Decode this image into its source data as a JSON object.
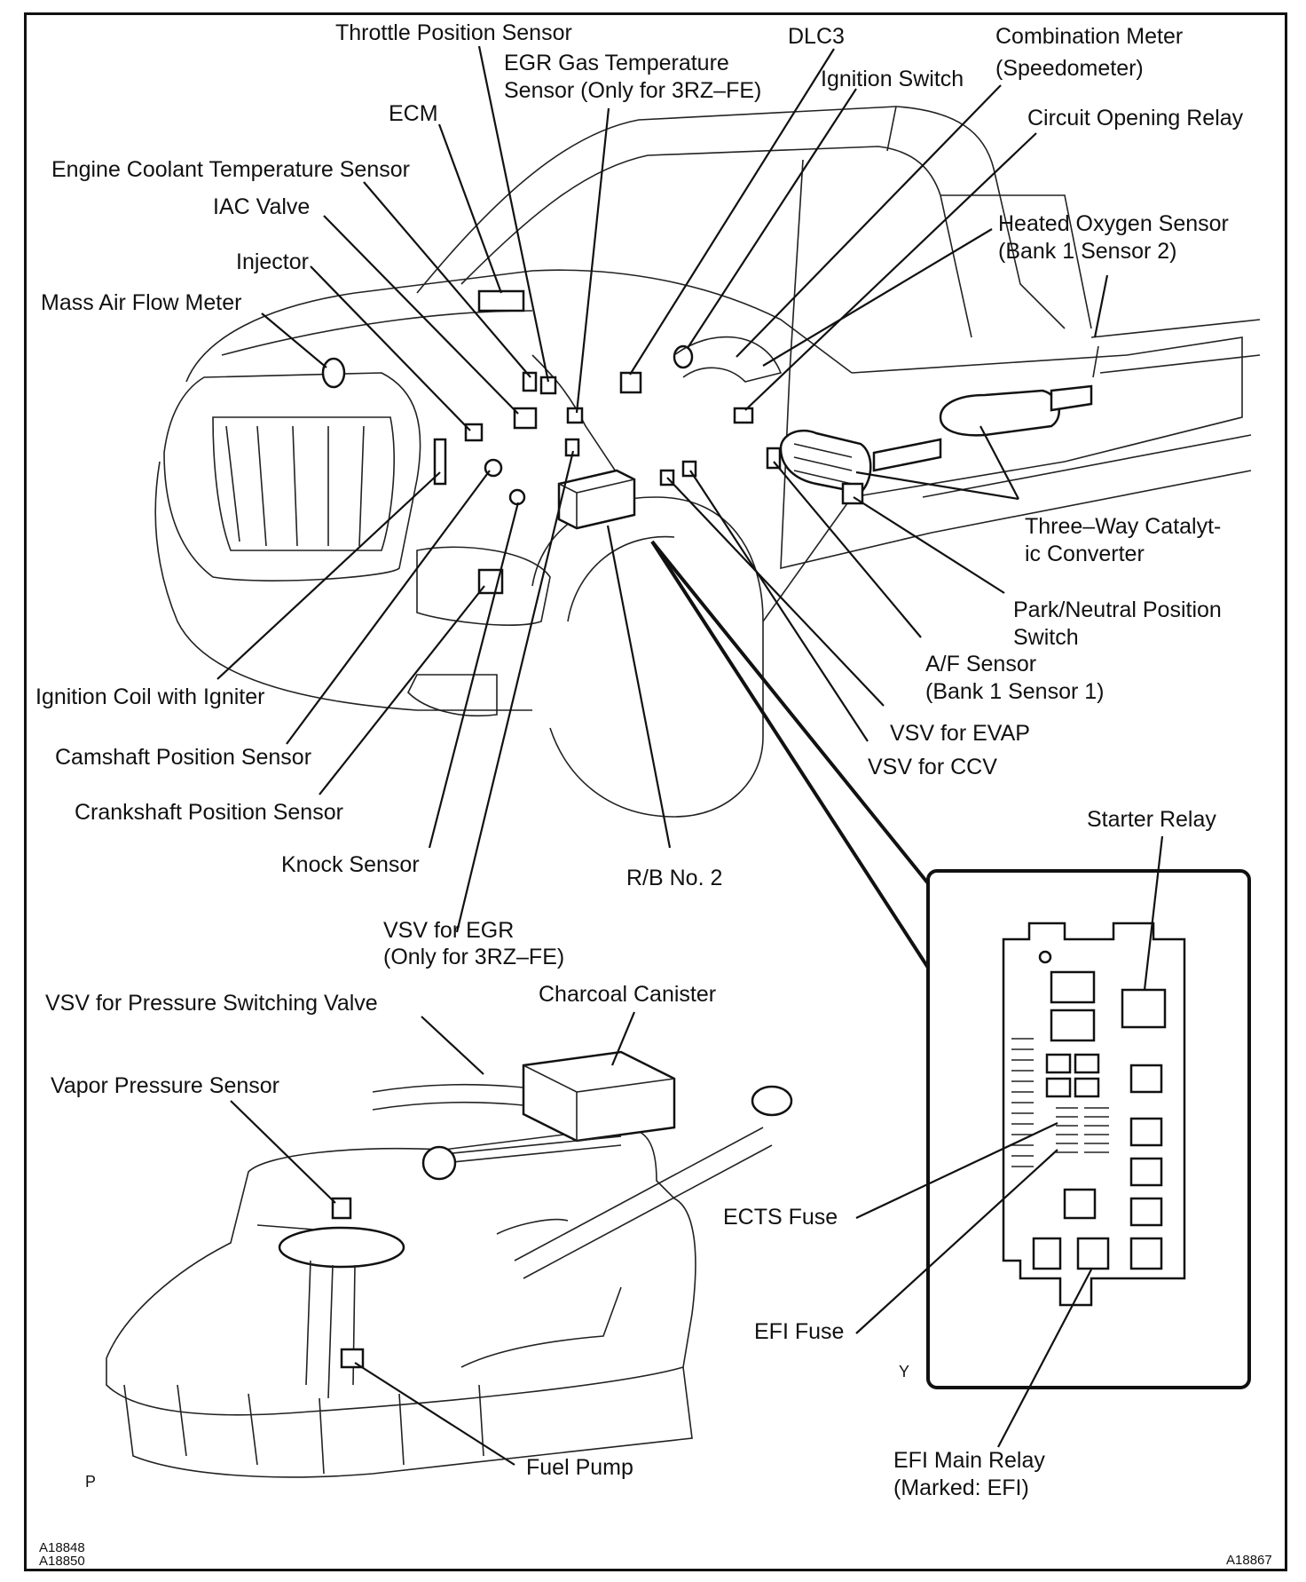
{
  "labels": {
    "throttle": "Throttle Position Sensor",
    "egr_temp_1": "EGR Gas Temperature",
    "egr_temp_2": "Sensor (Only for 3RZ–FE)",
    "dlc3": "DLC3",
    "combo_1": "Combination Meter",
    "combo_2": "(Speedometer)",
    "ign_switch": "Ignition Switch",
    "ecm": "ECM",
    "circuit_relay": "Circuit Opening Relay",
    "ect_sensor": "Engine Coolant Temperature Sensor",
    "iac": "IAC Valve",
    "heated_o2_1": "Heated Oxygen Sensor",
    "heated_o2_2": "(Bank 1 Sensor 2)",
    "injector": "Injector",
    "maf": "Mass Air Flow Meter",
    "twc_1": "Three–Way Catalyt-",
    "twc_2": "ic Converter",
    "pnp_1": "Park/Neutral Position",
    "pnp_2": "Switch",
    "af_1": "A/F Sensor",
    "af_2": "(Bank 1 Sensor 1)",
    "ign_coil": "Ignition Coil with Igniter",
    "vsv_evap": "VSV for EVAP",
    "cam": "Camshaft Position Sensor",
    "vsv_ccv": "VSV for CCV",
    "crank": "Crankshaft Position Sensor",
    "starter_relay": "Starter Relay",
    "knock": "Knock Sensor",
    "rb2": "R/B No. 2",
    "vsv_egr_1": "VSV for EGR",
    "vsv_egr_2": "(Only for 3RZ–FE)",
    "charcoal": "Charcoal Canister",
    "vsv_psv": "VSV for Pressure Switching Valve",
    "vapor": "Vapor Pressure Sensor",
    "ects_fuse": "ECTS Fuse",
    "efi_fuse": "EFI Fuse",
    "efi_main_1": "EFI Main Relay",
    "efi_main_2": "(Marked: EFI)",
    "fuel_pump": "Fuel Pump",
    "view_y": "Y",
    "view_p": "P",
    "code_1": "A18848",
    "code_2": "A18850",
    "code_3": "A18867"
  }
}
